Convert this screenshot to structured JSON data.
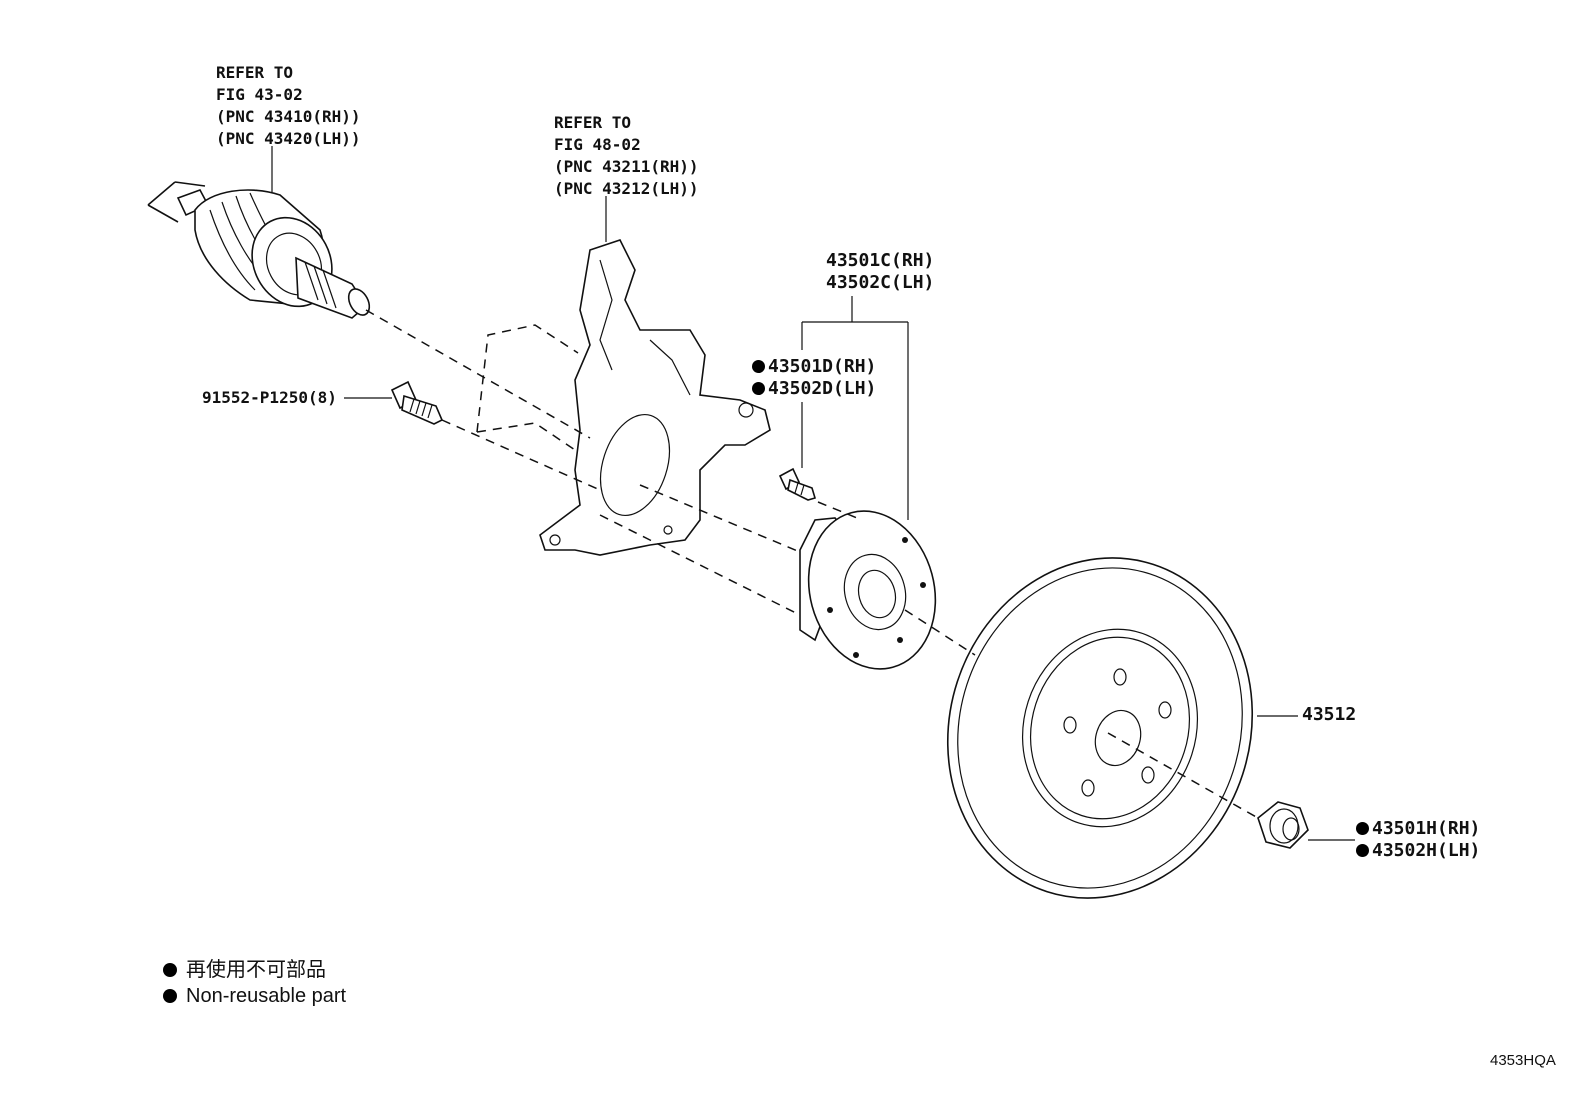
{
  "figure_code": "4353HQA",
  "callouts": {
    "drive_shaft": {
      "line1": "REFER TO",
      "line2": "FIG 43-02",
      "line3": "(PNC 43410(RH))",
      "line4": "(PNC 43420(LH))"
    },
    "knuckle": {
      "line1": "REFER TO",
      "line2": "FIG 48-02",
      "line3": "(PNC 43211(RH))",
      "line4": "(PNC 43212(LH))"
    },
    "bolt": {
      "label": "91552-P1250(8)"
    },
    "hub_assembly": {
      "rh": "43501C(RH)",
      "lh": "43502C(LH)"
    },
    "hub_bolt": {
      "rh": "43501D(RH)",
      "lh": "43502D(LH)",
      "non_reusable": true
    },
    "disc": {
      "label": "43512"
    },
    "hub_nut": {
      "rh": "43501H(RH)",
      "lh": "43502H(LH)",
      "non_reusable": true
    }
  },
  "legend": {
    "japanese": "再使用不可部品",
    "english": "Non-reusable part"
  },
  "colors": {
    "ink": "#111111",
    "background": "#ffffff"
  }
}
